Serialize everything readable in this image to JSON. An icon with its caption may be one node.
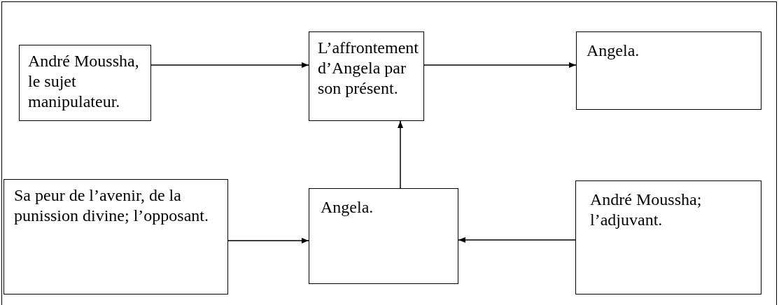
{
  "diagram": {
    "nodes": [
      {
        "text": [
          "André Moussha, le sujet manipulateur."
        ]
      },
      {
        "text": [
          "L’affrontement d’Angela par son présent."
        ]
      },
      {
        "text": [
          "Angela."
        ]
      },
      {
        "text": [
          "Sa peur de l’avenir, de la punission divine; l’opposant."
        ]
      },
      {
        "text": [
          "Angela."
        ]
      },
      {
        "text": [
          "André Moussha; l’adjuvant."
        ]
      }
    ],
    "edges": [
      {
        "from": 0,
        "to": 1,
        "arrow": "to"
      },
      {
        "from": 1,
        "to": 2,
        "arrow": "to"
      },
      {
        "from": 4,
        "to": 1,
        "arrow": "to"
      },
      {
        "from": 3,
        "to": 4,
        "arrow": "to"
      },
      {
        "from": 5,
        "to": 4,
        "arrow": "to"
      }
    ]
  }
}
